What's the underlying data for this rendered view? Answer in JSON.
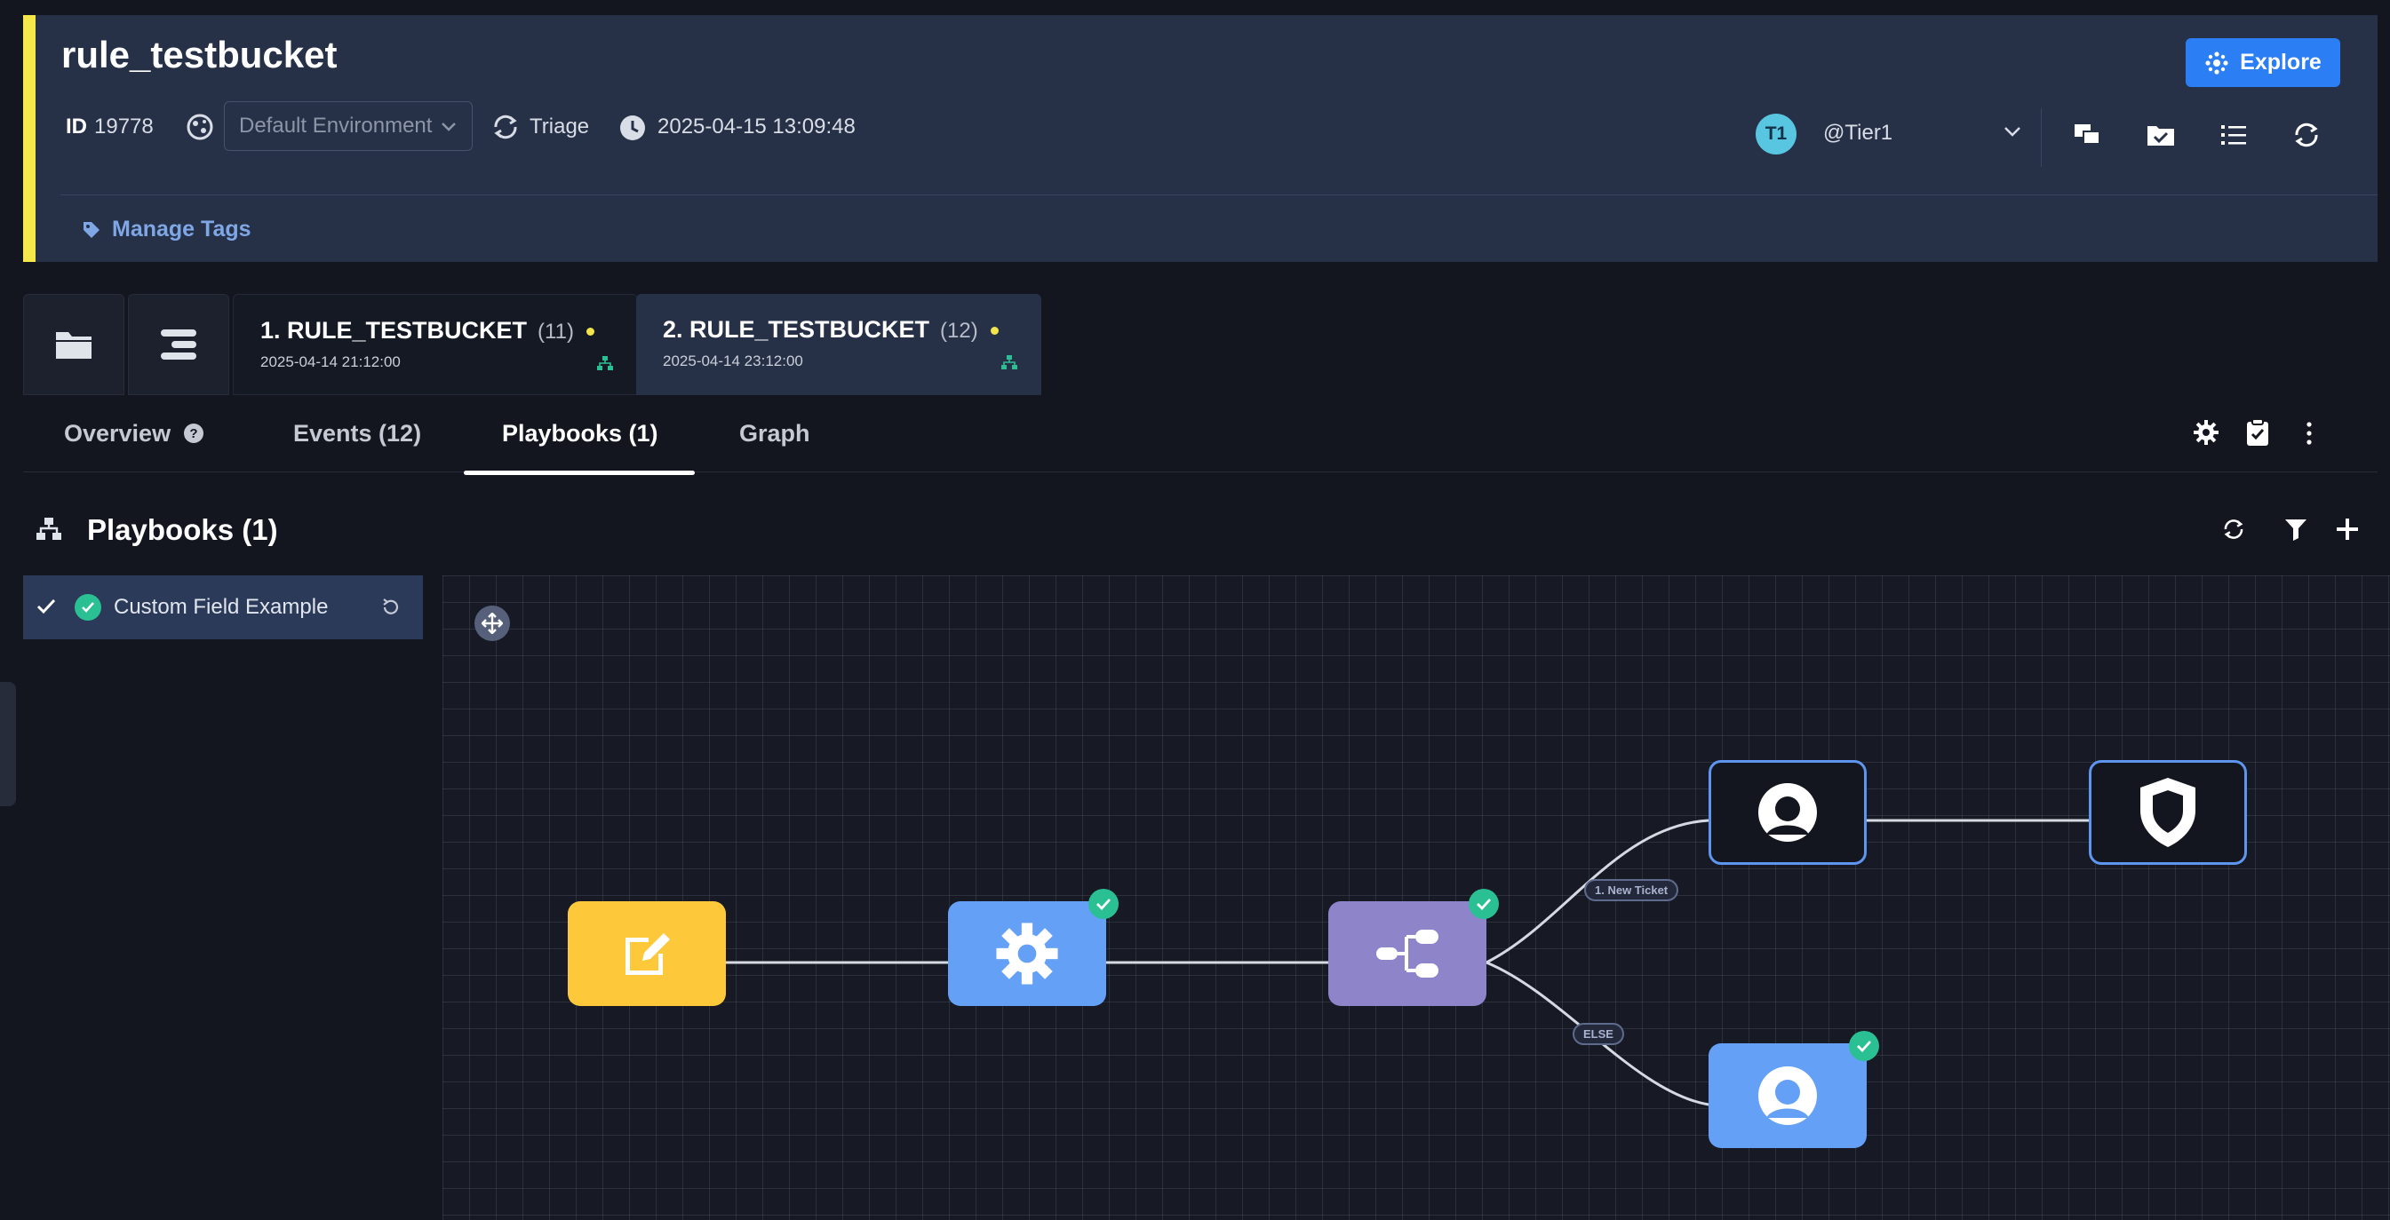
{
  "header": {
    "title": "rule_testbucket",
    "id_label": "ID",
    "id_value": "19778",
    "environment": "Default Environment",
    "stage": "Triage",
    "timestamp": "2025-04-15 13:09:48",
    "explore_label": "Explore",
    "assignee_initials": "T1",
    "assignee": "@Tier1",
    "manage_tags_label": "Manage Tags"
  },
  "alert_tabs": [
    {
      "title": "1. RULE_TESTBUCKET",
      "count": "(11)",
      "date": "2025-04-14 21:12:00"
    },
    {
      "title": "2. RULE_TESTBUCKET",
      "count": "(12)",
      "date": "2025-04-14 23:12:00"
    }
  ],
  "content_tabs": {
    "overview": "Overview",
    "events": "Events (12)",
    "playbooks": "Playbooks (1)",
    "graph": "Graph",
    "active": "Playbooks (1)"
  },
  "playbooks": {
    "title": "Playbooks (1)",
    "items": [
      {
        "name": "Custom Field Example"
      }
    ]
  },
  "flow": {
    "edge_labels": {
      "new_ticket": "1. New Ticket",
      "else": "ELSE"
    },
    "nodes": [
      {
        "name": "edit",
        "icon": "edit-icon",
        "color": "#fdc93a"
      },
      {
        "name": "action",
        "icon": "gear-icon",
        "color": "#64a0f6",
        "completed": true
      },
      {
        "name": "condition",
        "icon": "branch-icon",
        "color": "#8d84ca",
        "completed": true
      },
      {
        "name": "user-new-ticket",
        "icon": "user-icon",
        "style": "outlined"
      },
      {
        "name": "shield",
        "icon": "shield-icon",
        "style": "outlined"
      },
      {
        "name": "user-else",
        "icon": "user-icon",
        "color": "#64a0f6",
        "completed": true
      }
    ]
  },
  "colors": {
    "header_bg": "#263148",
    "accent_yellow": "#f5e84a",
    "primary_blue": "#2c7ef4",
    "success_green": "#2bbf94"
  }
}
